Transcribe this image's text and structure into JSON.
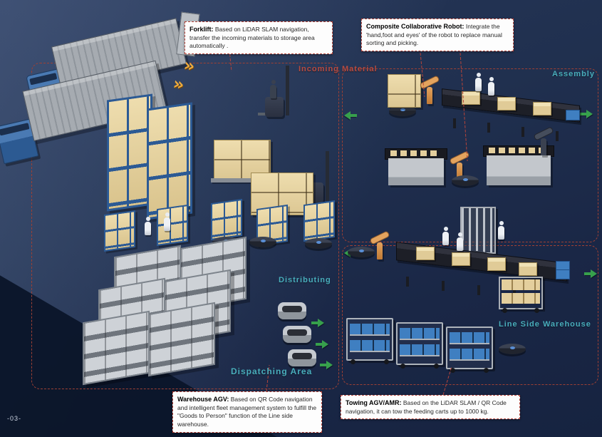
{
  "page": {
    "number": "-03-"
  },
  "zones": {
    "incoming_material": "Incoming Material",
    "assembly": "Assembly",
    "distributing": "Distributing",
    "line_side_warehouse": "Line Side Warehouse",
    "dispatching_area": "Dispatching Area"
  },
  "callouts": {
    "forklift": {
      "title": "Forklift:",
      "body": " Based on LiDAR SLAM navigation, transfer the incoming materials to storage area automatically ."
    },
    "composite_robot": {
      "title": "Composite Collaborative Robot:",
      "body": " Integrate the 'hand,foot and eyes' of the robot to replace manual sorting and picking."
    },
    "warehouse_agv": {
      "title": "Warehouse AGV:",
      "body": " Based on QR Code navigation and intelligent fleet management system to fulfill the \"Goods to Person\" function of the Line side warehouse."
    },
    "towing_agv": {
      "title": "Towing AGV/AMR:",
      "body": " Based on the LiDAR SLAM / QR Code navigation, it can tow the feeding carts up to 1000 kg."
    }
  },
  "icons": {
    "chevron_right": "»"
  },
  "colors": {
    "background": "#1c2a4a",
    "region_outline": "#9e4034",
    "arrow_green": "#37a04c",
    "chevron_orange": "#eeab3c",
    "zone_label_teal": "#49aebd",
    "zone_label_red": "#b84c42",
    "callout_border": "#b5443a"
  }
}
